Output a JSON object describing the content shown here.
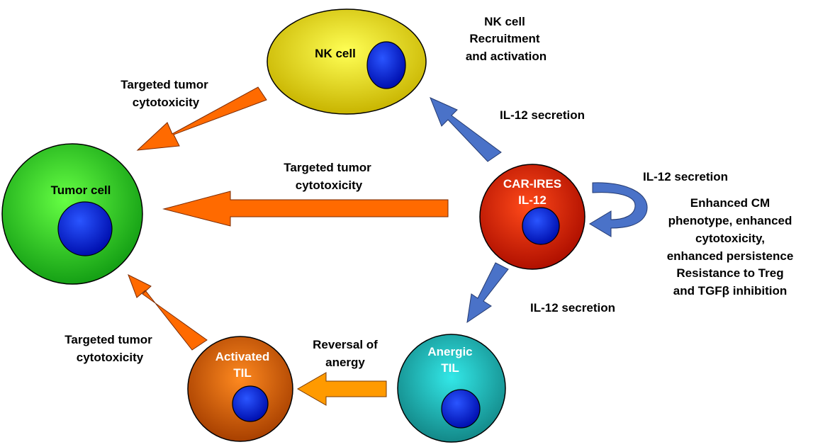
{
  "colors": {
    "tumor_cell": "#22cc22",
    "nk_cell": "#e6e000",
    "car_cell": "#e02010",
    "anergic_til": "#1fb8b8",
    "activated_til": "#d0600a",
    "nucleus": "#1030e0",
    "orange_arrow": "#ff6a00",
    "light_orange_arrow": "#ff9a00",
    "blue_arrow": "#4a72c8"
  },
  "cells": {
    "tumor": {
      "label": "Tumor cell"
    },
    "nk": {
      "label": "NK cell"
    },
    "car": {
      "label_line1": "CAR-IRES",
      "label_line2": "IL-12"
    },
    "anergic": {
      "label_line1": "Anergic",
      "label_line2": "TIL"
    },
    "activated": {
      "label_line1": "Activated",
      "label_line2": "TIL"
    }
  },
  "labels": {
    "nk_recruit_line1": "NK cell",
    "nk_recruit_line2": "Recruitment",
    "nk_recruit_line3": "and activation",
    "il12_to_nk": "IL-12 secretion",
    "il12_self": "IL-12 secretion",
    "il12_to_til": "IL-12 secretion",
    "targeted_nk_line1": "Targeted tumor",
    "targeted_nk_line2": "cytotoxicity",
    "targeted_car_line1": "Targeted tumor",
    "targeted_car_line2": "cytotoxicity",
    "targeted_til_line1": "Targeted tumor",
    "targeted_til_line2": "cytotoxicity",
    "reversal_line1": "Reversal of",
    "reversal_line2": "anergy",
    "effects_line1": "Enhanced CM",
    "effects_line2": "phenotype, enhanced",
    "effects_line3": "cytotoxicity,",
    "effects_line4": "enhanced persistence",
    "effects_line5": "Resistance to Treg",
    "effects_line6": "and TGFβ inhibition"
  }
}
